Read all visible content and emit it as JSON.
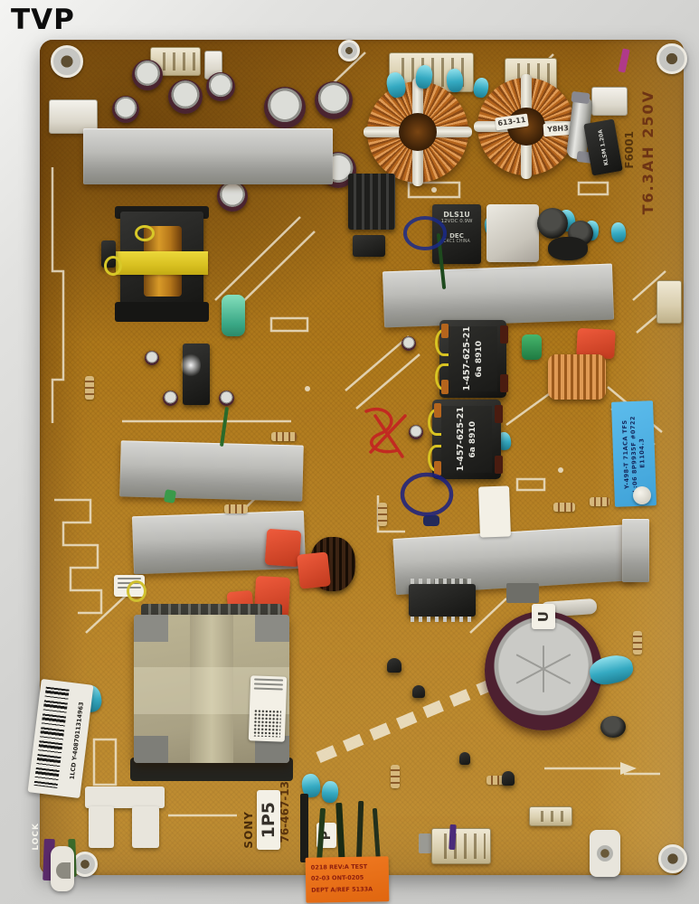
{
  "watermark": "TVP",
  "board": {
    "fuse": {
      "designator": "F6001",
      "rating": "T6.3AH 250V"
    },
    "choke": {
      "line1": "KLSM",
      "line2": "1.20A"
    },
    "relay": {
      "model": "DLS1U",
      "rating": "12VDC 0.9W",
      "brand": "DEC",
      "origin": "C4C1 CHINA"
    },
    "toroid": {
      "label1": "613-11",
      "label2": "Y8H3"
    },
    "transformer1": {
      "part": "1-457-625-21",
      "code": "6a 8910"
    },
    "transformer2": {
      "part": "1-457-625-21",
      "code": "6a 8910"
    },
    "blue_sticker": {
      "line1": "Y-498-T 71ACA TFS",
      "line2": "L:06 8P9935F #0722",
      "line3": "E1104.3"
    },
    "barcode_label": {
      "text": "1LCD Y-4087011314963"
    },
    "silkscreen": {
      "brand": "SONY",
      "code_1p5": "1P5",
      "part_number": "76-467-13",
      "marking_p": "P",
      "lock": "LOCK"
    },
    "orange_sticker": {
      "line1": "0218 REV:A TEST",
      "line2": "02-03 ONT-0205",
      "line3": "DEPT A/REF 5133A"
    },
    "big_capacitor": {
      "tab": "U"
    }
  }
}
